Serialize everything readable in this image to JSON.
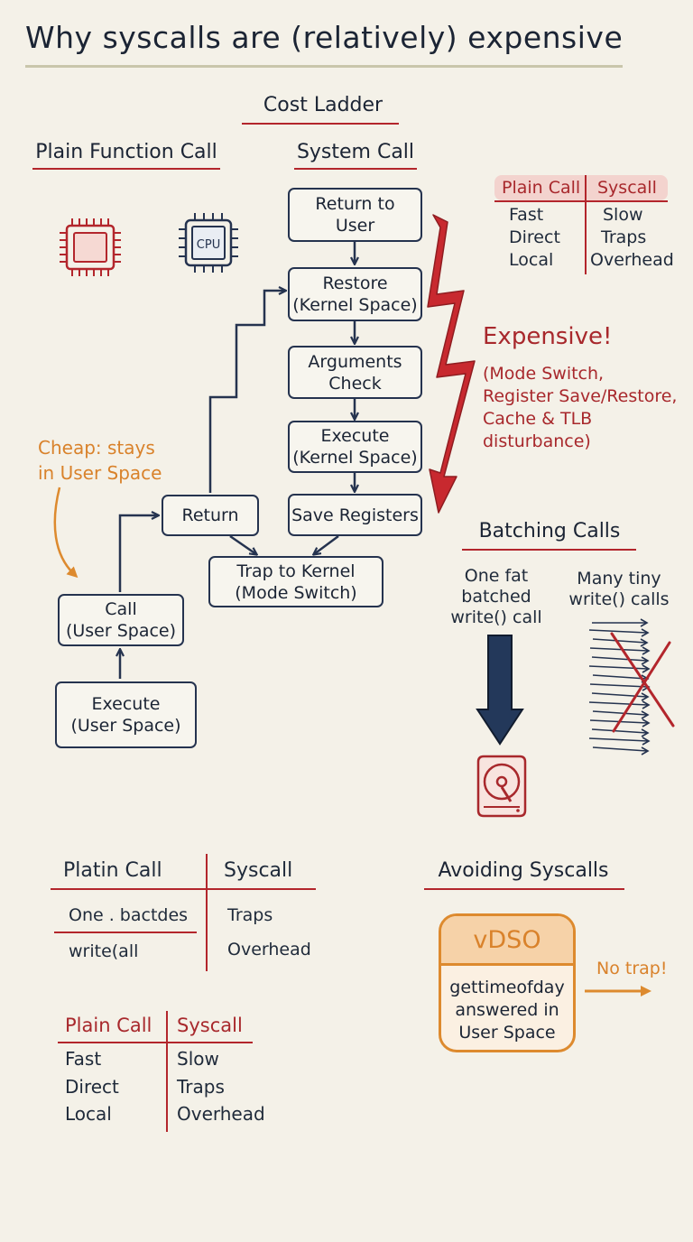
{
  "title": "Why syscalls are (relatively) expensive",
  "cost_ladder": {
    "heading": "Cost Ladder",
    "plain_heading": "Plain Function Call",
    "syscall_heading": "System Call",
    "cpu_icon_label": "CPU",
    "boxes": {
      "return_to_user": "Return to\nUser",
      "restore": "Restore\n(Kernel Space)",
      "arguments_check": "Arguments\nCheck",
      "execute_kernel": "Execute\n(Kernel Space)",
      "save_registers": "Save Registers",
      "trap": "Trap to Kernel\n(Mode Switch)",
      "return": "Return",
      "call_user": "Call\n(User Space)",
      "execute_user": "Execute\n(User Space)"
    },
    "cheap_note": "Cheap: stays\nin User Space",
    "expensive": {
      "title": "Expensive!",
      "detail": "(Mode Switch,\nRegister Save/Restore,\nCache & TLB\ndisturbance)"
    }
  },
  "top_table": {
    "headers": [
      "Plain Call",
      "Syscall"
    ],
    "rows": [
      [
        "Fast",
        "Slow"
      ],
      [
        "Direct",
        "Traps"
      ],
      [
        "Local",
        "Overhead"
      ]
    ]
  },
  "batching": {
    "heading": "Batching Calls",
    "fat_label": "One fat\nbatched\nwrite() call",
    "tiny_label": "Many tiny\nwrite() calls",
    "icons": [
      "hard-drive-icon"
    ]
  },
  "garbled_table": {
    "headers": [
      "Platin Call",
      "Syscall"
    ],
    "left": [
      "One . bactdes",
      "write(all"
    ],
    "right": [
      "Traps",
      "Overhead"
    ]
  },
  "bottom_table": {
    "headers": [
      "Plain Call",
      "Syscall"
    ],
    "rows": [
      [
        "Fast",
        "Slow"
      ],
      [
        "Direct",
        "Traps"
      ],
      [
        "Local",
        "Overhead"
      ]
    ]
  },
  "avoiding": {
    "heading": "Avoiding Syscalls",
    "vdso_title": "vDSO",
    "vdso_body": "gettimeofday\nanswered in\nUser Space",
    "no_trap": "No trap!"
  },
  "colors": {
    "navy": "#25334f",
    "red": "#b3262c",
    "orange": "#dd8a2e",
    "background": "#f4f1e8"
  }
}
